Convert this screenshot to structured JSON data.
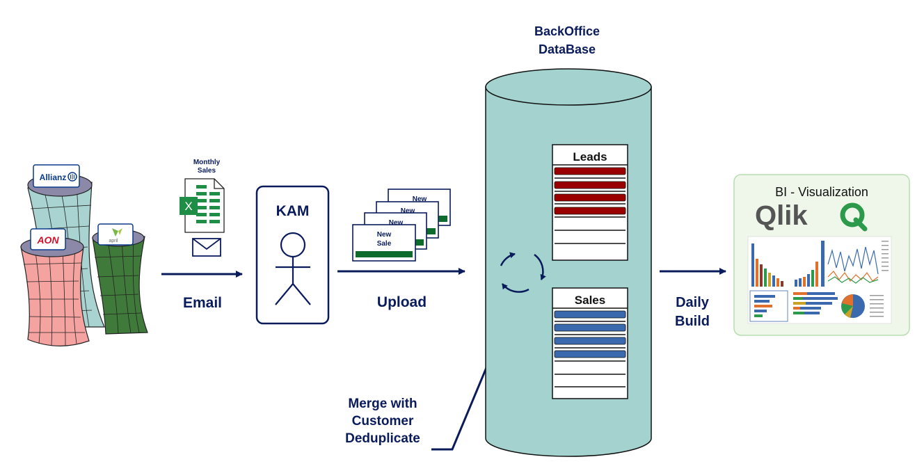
{
  "insurers": {
    "allianz": "Allianz",
    "aon": "AON",
    "april": "april"
  },
  "excel": {
    "caption": "Monthly\nSales",
    "caption_line1": "Monthly",
    "caption_line2": "Sales",
    "letter": "X"
  },
  "steps": {
    "email": "Email",
    "kam": "KAM",
    "upload": "Upload",
    "daily_build": "Daily\nBuild",
    "daily_line1": "Daily",
    "daily_line2": "Build",
    "merge_line1": "Merge with",
    "merge_line2": "Customer",
    "merge_line3": "Deduplicate"
  },
  "cards": {
    "new_label": "New",
    "front_line1": "New",
    "front_line2": "Sale"
  },
  "database": {
    "title_line1": "BackOffice",
    "title_line2": "DataBase",
    "leads_title": "Leads",
    "sales_title": "Sales"
  },
  "bi": {
    "title": "BI - Visualization",
    "logo_text": "Qlik"
  },
  "colors": {
    "navy": "#0a1b5c",
    "db_fill": "#a3d2cf",
    "leads_bar": "#9b0000",
    "sales_bar": "#3a6aad",
    "card_bar": "#0d6b2b",
    "excel_green": "#1e8e46",
    "bi_bg": "#eef7ea",
    "bi_border": "#b7deb0",
    "qlik_green": "#2c9a4a",
    "allianz_tower": "#a9d3d0",
    "aon_tower": "#f4a3a0",
    "april_tower": "#3f7a3a",
    "tower_top": "#8b88a8"
  }
}
